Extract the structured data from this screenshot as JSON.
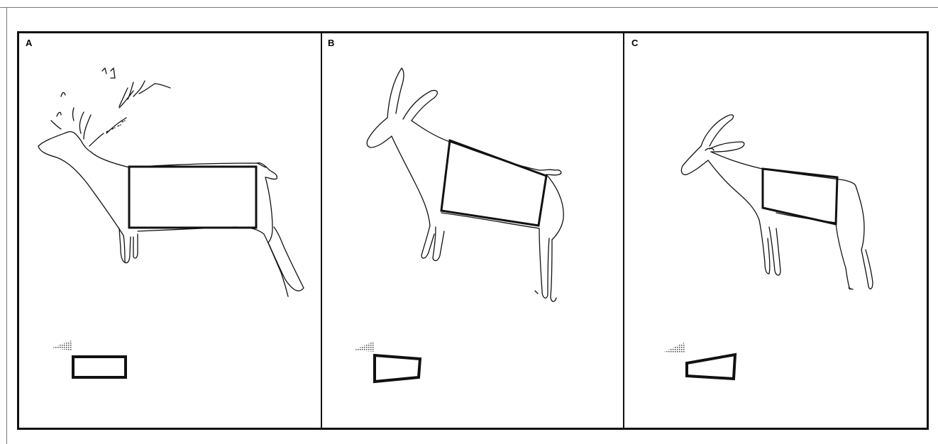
{
  "panels": [
    {
      "label": "A",
      "animal": "red deer stag"
    },
    {
      "label": "B",
      "animal": "goat"
    },
    {
      "label": "C",
      "animal": "ibex"
    }
  ],
  "colors": {
    "ink": "#111111",
    "frame": "#7a7a7a",
    "background": "#ffffff"
  }
}
